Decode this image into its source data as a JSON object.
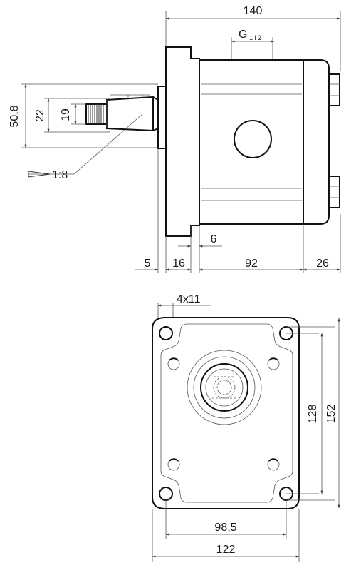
{
  "side_view": {
    "overall_length": "140",
    "port_label": "G",
    "port_sub": "1 i 2",
    "height_outer": "50,8",
    "height_mid": "22",
    "height_inner": "19",
    "taper": "1:8",
    "d5": "5",
    "d16": "16",
    "d6": "6",
    "d92": "92",
    "d26": "26"
  },
  "front_view": {
    "holes": "4x11",
    "height_outer": "152",
    "height_inner": "128",
    "width_inner": "98,5",
    "width_outer": "122"
  }
}
